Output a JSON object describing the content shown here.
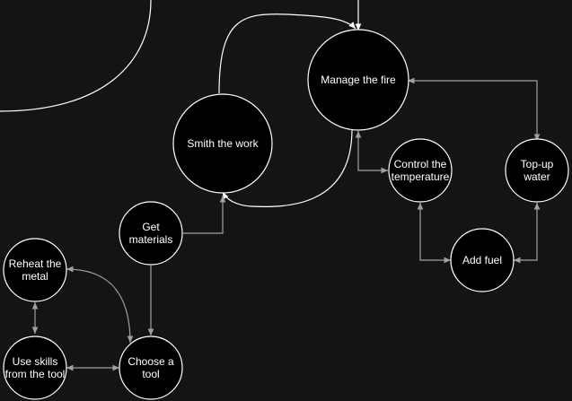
{
  "colors": {
    "background": "#141414",
    "node_fill": "#000000",
    "node_stroke": "#ffffff",
    "edge": "#a0a0a0",
    "text": "#ffffff"
  },
  "nodes": {
    "manage_fire": {
      "label": [
        "Manage the fire"
      ]
    },
    "smith_work": {
      "label": [
        "Smith the work"
      ]
    },
    "control_temp": {
      "label": [
        "Control the",
        "temperature"
      ]
    },
    "topup_water": {
      "label": [
        "Top-up",
        "water"
      ]
    },
    "get_materials": {
      "label": [
        "Get",
        "materials"
      ]
    },
    "add_fuel": {
      "label": [
        "Add fuel"
      ]
    },
    "reheat_metal": {
      "label": [
        "Reheat the",
        "metal"
      ]
    },
    "use_skills": {
      "label": [
        "Use skills",
        "from the tool"
      ]
    },
    "choose_tool": {
      "label": [
        "Choose a",
        "tool"
      ]
    }
  }
}
